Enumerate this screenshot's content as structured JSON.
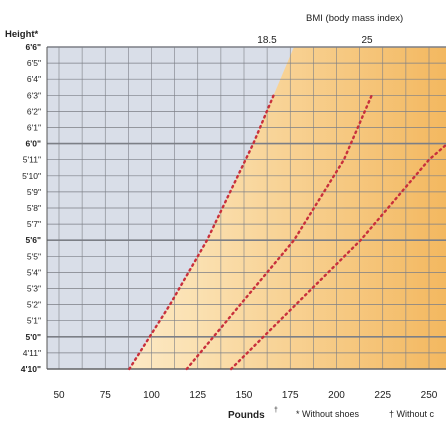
{
  "chart_data": {
    "type": "line",
    "title": "BMI (body mass index)",
    "ylabel": "Height*",
    "xlabel": "Pounds",
    "xlabel_mark": "†",
    "footnote_1": "* Without shoes",
    "footnote_2": "† Without c",
    "x_ticks": [
      50,
      75,
      100,
      125,
      150,
      175,
      200,
      225,
      250
    ],
    "xlim": [
      50,
      260
    ],
    "y_ticks": [
      "6'6\"",
      "6'5\"",
      "6'4\"",
      "6'3\"",
      "6'2\"",
      "6'1\"",
      "6'0\"",
      "5'11\"",
      "5'10\"",
      "5'9\"",
      "5'8\"",
      "5'7\"",
      "5'6\"",
      "5'5\"",
      "5'4\"",
      "5'3\"",
      "5'2\"",
      "5'1\"",
      "5'0\"",
      "4'11\"",
      "4'10\""
    ],
    "y_ticks_bold": [
      "6'6\"",
      "6'0\"",
      "5'6\"",
      "5'0\"",
      "4'10\""
    ],
    "ylim_inches": [
      58,
      78
    ],
    "grid": true,
    "series": [
      {
        "name": "18.5",
        "x": [
          88,
          110,
          130,
          155,
          166
        ],
        "y": [
          58,
          62,
          66,
          72,
          75
        ]
      },
      {
        "name": "25",
        "x": [
          119,
          148,
          177,
          204,
          219
        ],
        "y": [
          58,
          62,
          66,
          71,
          75
        ]
      },
      {
        "name": "",
        "x": [
          143,
          178,
          213,
          250,
          260
        ],
        "y": [
          58,
          62,
          66,
          71,
          72
        ]
      }
    ],
    "colors": {
      "underweight_bg": "#d9dee8",
      "healthy_bg_light": "#fbe6c0",
      "heavy_bg": "#f3b860",
      "curve": "#c8303c",
      "grid": "#7c7f86"
    }
  }
}
